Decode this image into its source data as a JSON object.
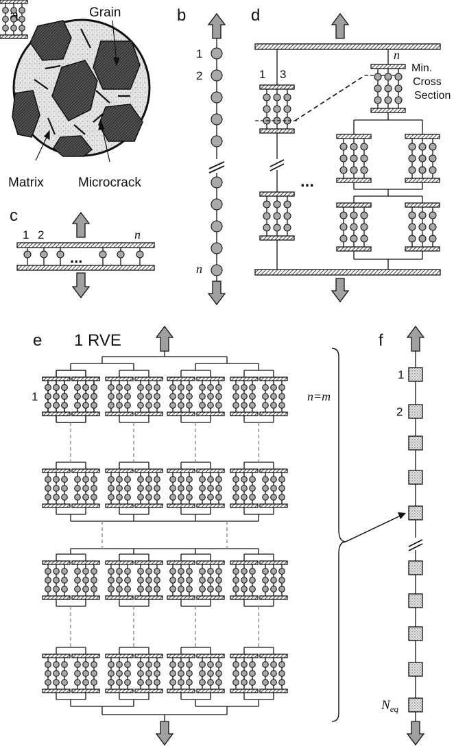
{
  "panels": {
    "a": {
      "letter": "a",
      "grain": "Grain",
      "matrix": "Matrix",
      "microcrack": "Microcrack"
    },
    "b": {
      "letter": "b",
      "first": "1",
      "second": "2",
      "last": "n"
    },
    "c": {
      "letter": "c",
      "first": "1",
      "second": "2",
      "last": "n",
      "ellipsis": "..."
    },
    "d": {
      "letter": "d",
      "first": "1",
      "third": "3",
      "last": "n",
      "min_label_1": "Min.",
      "min_label_2": "Cross",
      "min_label_3": "Section",
      "ellipsis": "..."
    },
    "e": {
      "letter": "e",
      "title": "1 RVE",
      "first": "1",
      "n_equals_m": "n=m"
    },
    "f": {
      "letter": "f",
      "first": "1",
      "second": "2",
      "last": "N",
      "last_sub": "eq"
    }
  },
  "colors": {
    "ball": "#a9a9a9",
    "arrow": "#a0a0a0",
    "ink": "#111111"
  }
}
